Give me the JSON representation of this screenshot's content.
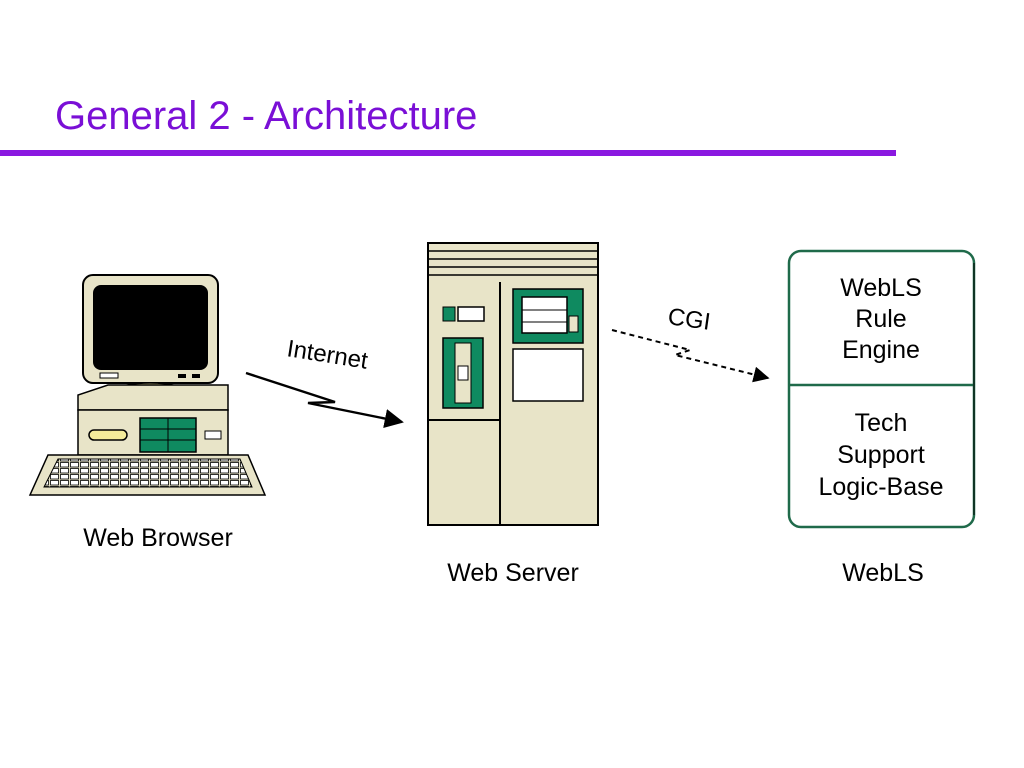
{
  "slide": {
    "title": "General 2 - Architecture",
    "accent_color": "#7a0fd6"
  },
  "diagram": {
    "nodes": {
      "browser": {
        "caption": "Web Browser",
        "icon": "desktop-computer-icon"
      },
      "server": {
        "caption": "Web Server",
        "icon": "server-cabinet-icon"
      },
      "webls": {
        "caption": "WebLS",
        "upper_lines": [
          "WebLS",
          "Rule",
          "Engine"
        ],
        "lower_lines": [
          "Tech",
          "Support",
          "Logic-Base"
        ],
        "border_color": "#1f6a4a"
      }
    },
    "links": {
      "internet": {
        "label": "Internet",
        "style": "lightning-arrow"
      },
      "cgi": {
        "label": "CGI",
        "style": "dashed-arrow"
      }
    }
  }
}
